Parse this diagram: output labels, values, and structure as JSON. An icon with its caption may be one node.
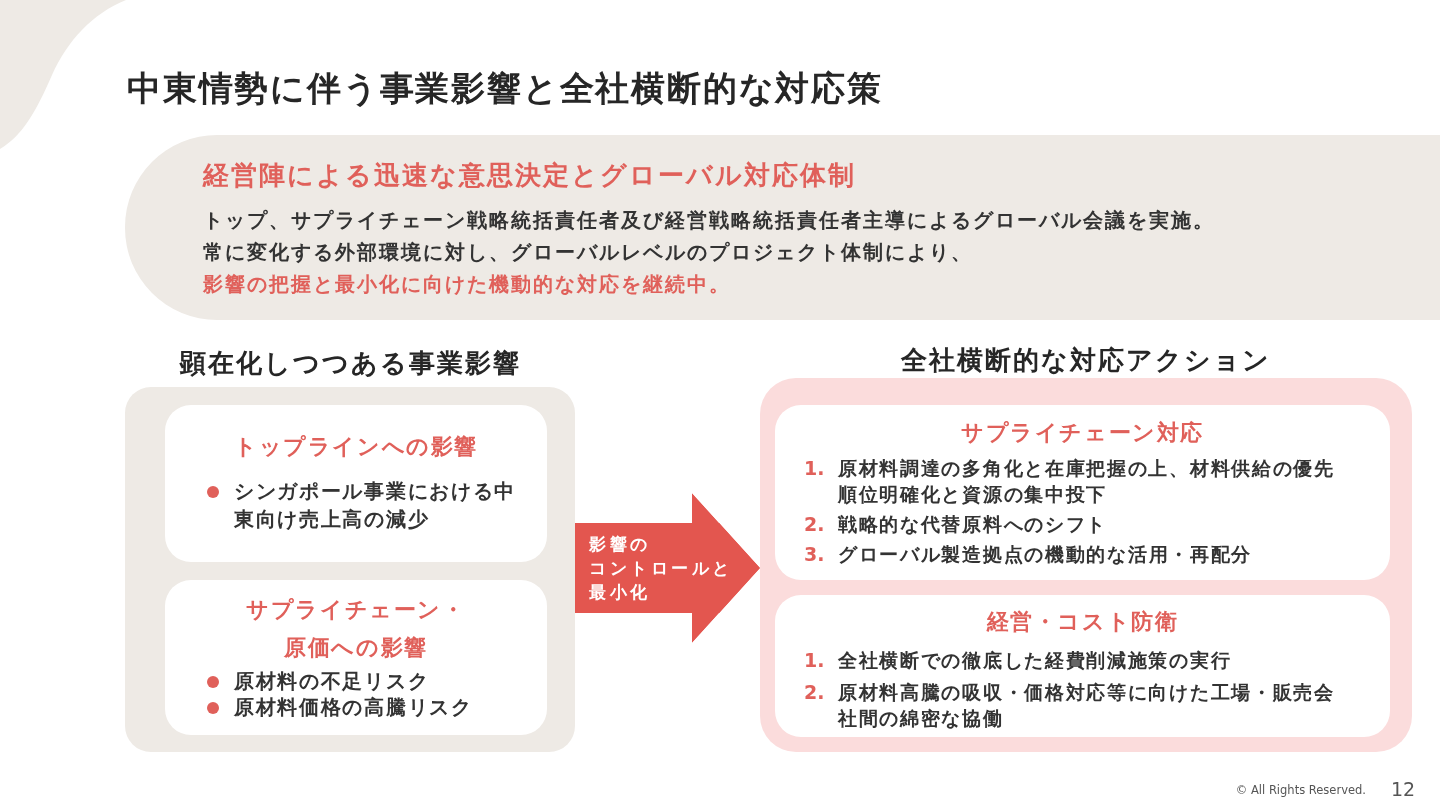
{
  "diagram": {
    "title": "中東情勢に伴う事業影響と全社横断的な対応策",
    "nodes": [
      {
        "text": [
          "経営陣による迅速な意思決定とグローバル対応体制",
          "トップ、サプライチェーン戦略統括責任者及び経営戦略統括責任者主導によるグローバル会議を実施。",
          "常に変化する外部環境に対し、グローバルレベルのプロジェクト体制により、",
          "影響の把握と最小化に向けた機動的な対応を継続中。"
        ]
      },
      {
        "text": [
          "顕在化しつつある事業影響"
        ]
      },
      {
        "text": [
          "トップラインへの影響",
          "シンガポール事業における中東向け売上高の減少"
        ],
        "in": 1
      },
      {
        "text": [
          "サプライチェーン・原価への影響",
          "原材料の不足リスク",
          "原材料価格の高騰リスク"
        ],
        "in": 1
      },
      {
        "text": [
          "全社横断的な対応アクション"
        ]
      },
      {
        "text": [
          "サプライチェーン対応",
          "1.",
          "原材料調達の多角化と在庫把握の上、材料供給の優先順位明確化と資源の集中投下",
          "2.",
          "戦略的な代替原料へのシフト",
          "3.",
          "グローバル製造拠点の機動的な活用・再配分"
        ],
        "in": 4
      },
      {
        "text": [
          "経営・コスト防衛",
          "1.",
          "全社横断での徹底した経費削減施策の実行",
          "2.",
          "原材料高騰の吸収・価格対応等に向けた工場・販売会社間の綿密な協働"
        ],
        "in": 4
      }
    ],
    "edges": [
      {
        "from": 1,
        "to": 4,
        "arrow": "to",
        "label": "影響のコントロールと最小化"
      }
    ],
    "labels": [
      "© All Rights Reserved.",
      "12"
    ]
  }
}
